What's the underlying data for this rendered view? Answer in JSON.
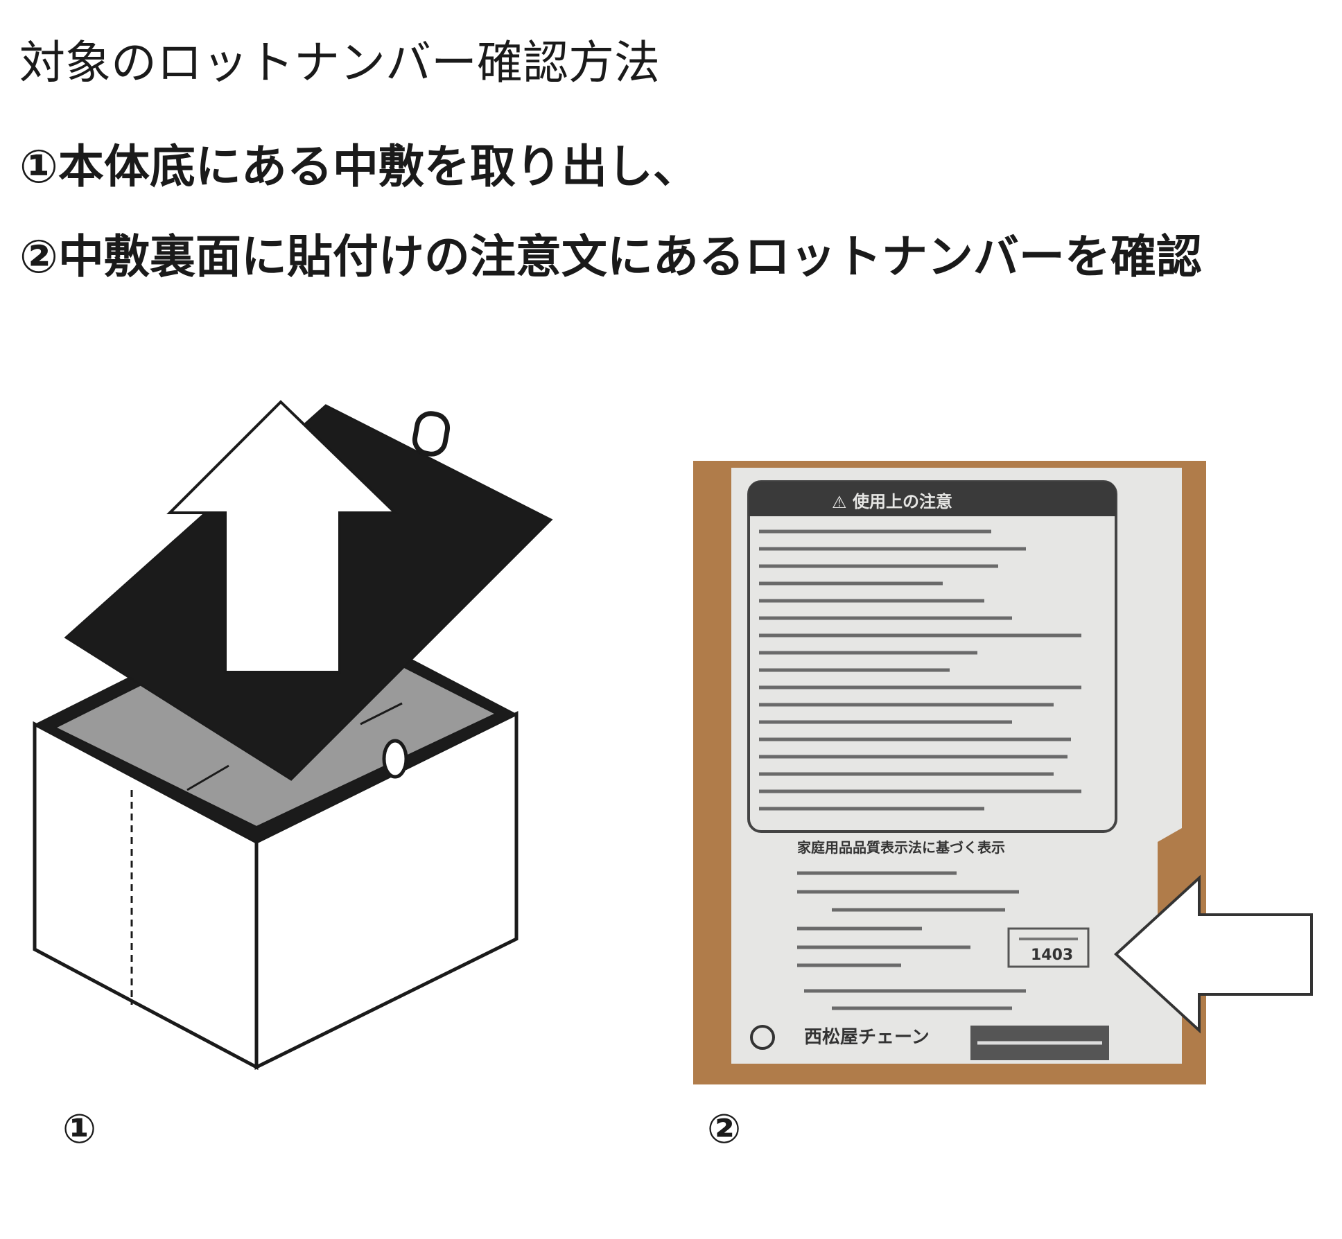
{
  "heading": "対象のロットナンバー確認方法",
  "steps": [
    "①本体底にある中敷を取り出し、",
    "②中敷裏面に貼付けの注意文にあるロットナンバーを確認"
  ],
  "figures": [
    {
      "label": "①"
    },
    {
      "label": "②",
      "sticker": {
        "warning_title": "使用上の注意",
        "section_title": "家庭用品品質表示法に基づく表示",
        "lot_number": "1403",
        "brand": "西松屋チェーン"
      }
    }
  ],
  "colors": {
    "text": "#1a1a1a",
    "cardboard": "#b07c4a",
    "sticker": "#e6e6e4",
    "cushion": "#1b1b1b",
    "inner_floor": "#9a9a9a"
  }
}
